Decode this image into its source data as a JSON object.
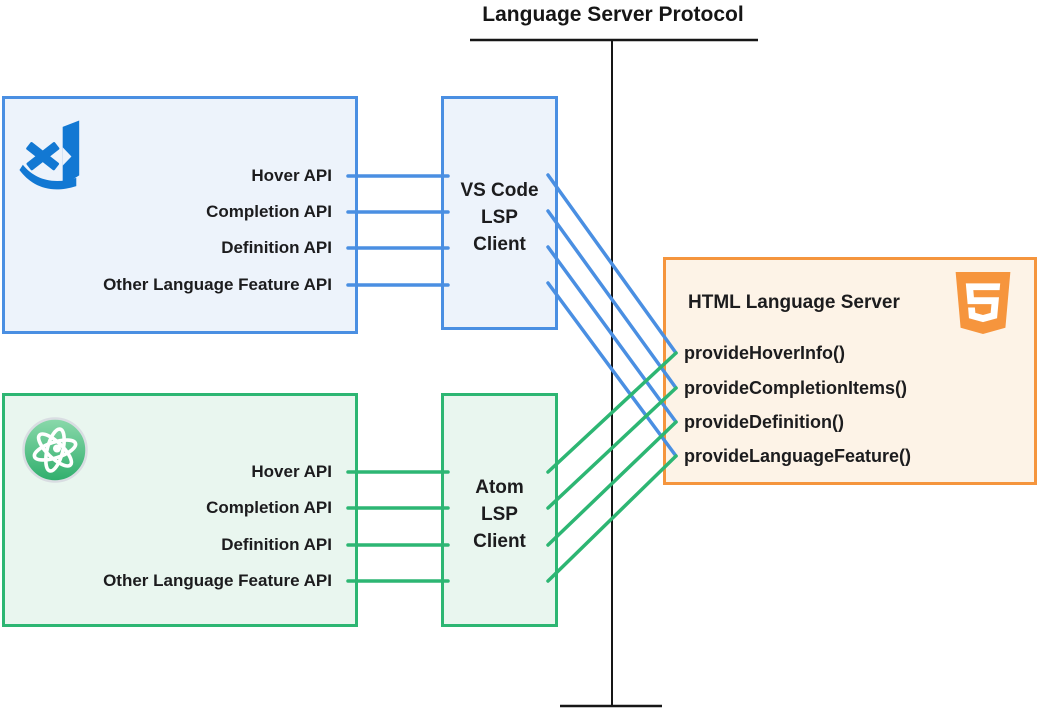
{
  "title": "Language Server Protocol",
  "colors": {
    "blue_border": "#4a8fe2",
    "blue_fill": "#edf3fb",
    "green_border": "#2db673",
    "green_fill": "#e9f6ef",
    "orange_border": "#f5953d",
    "orange_fill": "#fdf3e7",
    "line_black": "#161616",
    "vscode_logo_blue": "#1278d3",
    "atom_logo_green": "#2fae6c",
    "html5_logo_orange": "#f6953d"
  },
  "vscode": {
    "icon": "vscode-icon",
    "apis": [
      "Hover API",
      "Completion API",
      "Definition API",
      "Other Language Feature API"
    ],
    "client": [
      "VS Code",
      "LSP",
      "Client"
    ]
  },
  "atom": {
    "icon": "atom-icon",
    "apis": [
      "Hover API",
      "Completion API",
      "Definition API",
      "Other Language Feature API"
    ],
    "client": [
      "Atom",
      "LSP",
      "Client"
    ]
  },
  "server": {
    "title": "HTML Language Server",
    "icon": "html5-icon",
    "methods": [
      "provideHoverInfo()",
      "provideCompletionItems()",
      "provideDefinition()",
      "provideLanguageFeature()"
    ]
  },
  "connections": [
    {
      "from": "VS Code Hover API",
      "to": "provideHoverInfo()",
      "color": "#4a8fe2"
    },
    {
      "from": "VS Code Completion API",
      "to": "provideCompletionItems()",
      "color": "#4a8fe2"
    },
    {
      "from": "VS Code Definition API",
      "to": "provideDefinition()",
      "color": "#4a8fe2"
    },
    {
      "from": "VS Code Other Language Feature API",
      "to": "provideLanguageFeature()",
      "color": "#4a8fe2"
    },
    {
      "from": "Atom Hover API",
      "to": "provideHoverInfo()",
      "color": "#2db673"
    },
    {
      "from": "Atom Completion API",
      "to": "provideCompletionItems()",
      "color": "#2db673"
    },
    {
      "from": "Atom Definition API",
      "to": "provideDefinition()",
      "color": "#2db673"
    },
    {
      "from": "Atom Other Language Feature API",
      "to": "provideLanguageFeature()",
      "color": "#2db673"
    }
  ]
}
